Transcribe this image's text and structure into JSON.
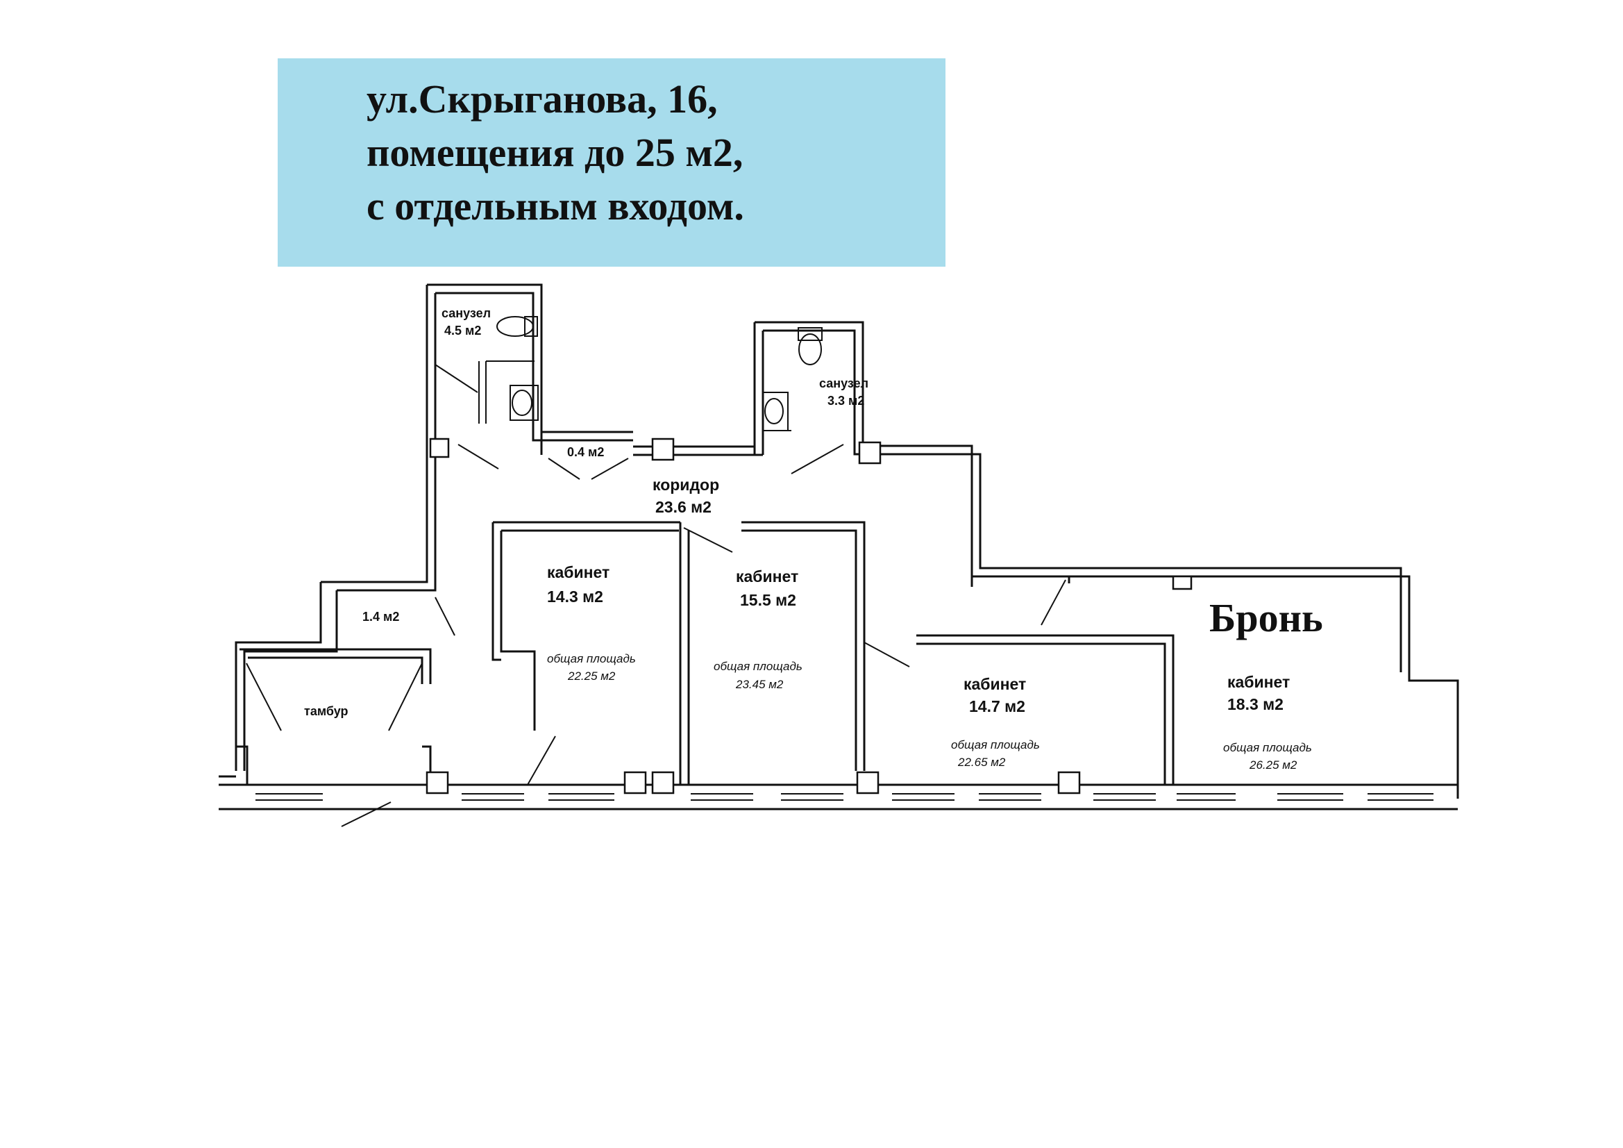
{
  "header": {
    "lines": [
      "ул.Скрыганова, 16,",
      "помещения до 25 м2,",
      "с отдельным входом."
    ],
    "background_color": "#a7dcec"
  },
  "plan": {
    "rooms": {
      "bathroom_left": {
        "name": "санузел",
        "area": "4.5 м2"
      },
      "bathroom_right": {
        "name": "санузел",
        "area": "3.3 м2"
      },
      "storage": {
        "area": "0.4 м2"
      },
      "corridor": {
        "name": "коридор",
        "area": "23.6 м2"
      },
      "small_room": {
        "area": "1.4 м2"
      },
      "vestibule": {
        "name": "тамбур"
      },
      "office_1": {
        "name": "кабинет",
        "area": "14.3 м2",
        "total_label": "общая площадь",
        "total_area": "22.25 м2"
      },
      "office_2": {
        "name": "кабинет",
        "area": "15.5 м2",
        "total_label": "общая площадь",
        "total_area": "23.45 м2"
      },
      "office_3": {
        "name": "кабинет",
        "area": "14.7 м2",
        "total_label": "общая площадь",
        "total_area": "22.65 м2"
      },
      "office_4": {
        "name": "кабинет",
        "area": "18.3 м2",
        "total_label": "общая площадь",
        "total_area": "26.25 м2"
      }
    },
    "reserved_label": "Бронь"
  }
}
